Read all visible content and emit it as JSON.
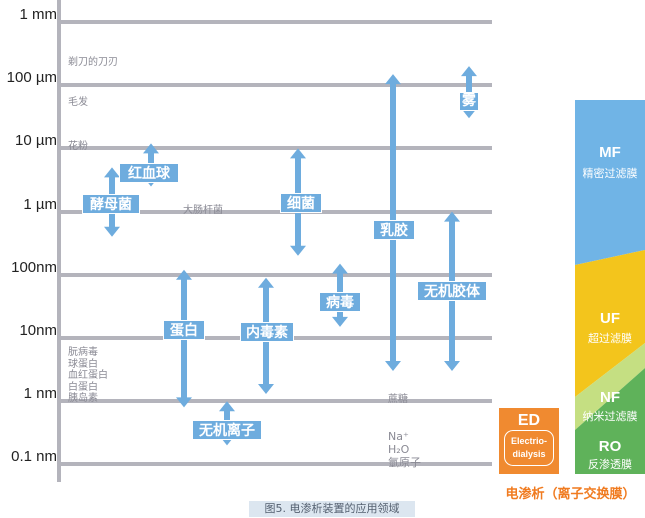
{
  "scale": {
    "type": "log",
    "unit": "nm",
    "range": [
      0.1,
      1000000
    ]
  },
  "y_axis": {
    "ticks": [
      {
        "label": "1 mm",
        "value": 1000000
      },
      {
        "label": "100 µm",
        "value": 100000
      },
      {
        "label": "10 µm",
        "value": 10000
      },
      {
        "label": "1 µm",
        "value": 1000
      },
      {
        "label": "100nm",
        "value": 100
      },
      {
        "label": "10nm",
        "value": 10
      },
      {
        "label": "1 nm",
        "value": 1
      },
      {
        "label": "0.1 nm",
        "value": 0.1
      }
    ]
  },
  "substances": [
    {
      "key": "razor",
      "text": [
        "剃刀的刀刃"
      ],
      "value": 220000
    },
    {
      "key": "hair",
      "text": [
        "毛发"
      ],
      "value": 50000
    },
    {
      "key": "pollen",
      "text": [
        "花粉"
      ],
      "value": 10000
    },
    {
      "key": "ecoli",
      "text": [
        "大肠杆菌"
      ],
      "value": 1000
    },
    {
      "key": "proteins",
      "text": [
        "朊病毒",
        "球蛋白",
        "血红蛋白",
        "白蛋白",
        "胰岛素"
      ],
      "value": 5
    },
    {
      "key": "sucrose",
      "text": [
        "蔗糖"
      ],
      "value": 1
    },
    {
      "key": "ions",
      "text": [
        "Na⁺",
        "H₂O",
        "氫原子"
      ],
      "value": 0.35
    }
  ],
  "ranges": [
    {
      "key": "yeast",
      "label": "酵母菌",
      "min": 400,
      "max": 5000,
      "orient": "h"
    },
    {
      "key": "rbc",
      "label": "红血球",
      "min": 2500,
      "max": 12000,
      "orient": "h"
    },
    {
      "key": "protein",
      "label": "蛋白",
      "min": 0.8,
      "max": 120,
      "orient": "h"
    },
    {
      "key": "endotoxin",
      "label": "内毒素",
      "min": 1.3,
      "max": 90,
      "orient": "h"
    },
    {
      "key": "bacteria",
      "label": "细菌",
      "min": 200,
      "max": 10000,
      "orient": "v"
    },
    {
      "key": "virus",
      "label": "病毒",
      "min": 15,
      "max": 150,
      "orient": "h"
    },
    {
      "key": "latex",
      "label": "乳胶",
      "min": 3,
      "max": 150000,
      "orient": "v"
    },
    {
      "key": "colloid",
      "label": "无机胶体",
      "min": 3,
      "max": 1000,
      "orient": "h"
    },
    {
      "key": "fog",
      "label": "雾",
      "min": 30000,
      "max": 200000,
      "orient": "v"
    },
    {
      "key": "inorganic_ions",
      "label": "无机离子",
      "min": 0.2,
      "max": 1.0,
      "orient": "h"
    }
  ],
  "membranes": [
    {
      "key": "MF",
      "abbr": "MF",
      "name": "精密过滤膜",
      "color": "#70b4e6"
    },
    {
      "key": "UF",
      "abbr": "UF",
      "name": "超过滤膜",
      "color": "#f3c51c"
    },
    {
      "key": "NF",
      "abbr": "NF",
      "name": "纳米过滤膜",
      "color": "#9ccc4c"
    },
    {
      "key": "RO",
      "abbr": "RO",
      "name": "反渗透膜",
      "color": "#5fb25a"
    }
  ],
  "nf_band_color": "#c5df82",
  "ed": {
    "abbr": "ED",
    "line1": "Electrio-",
    "line2": "dialysis",
    "caption": "电渗析（离子交换膜）"
  },
  "caption": "图5. 电渗析装置的应用领域",
  "colors": {
    "arrow": "#6eacde",
    "grid": "#b4b4bc",
    "label_box": "#6eacde",
    "ed": "#f08a30"
  }
}
